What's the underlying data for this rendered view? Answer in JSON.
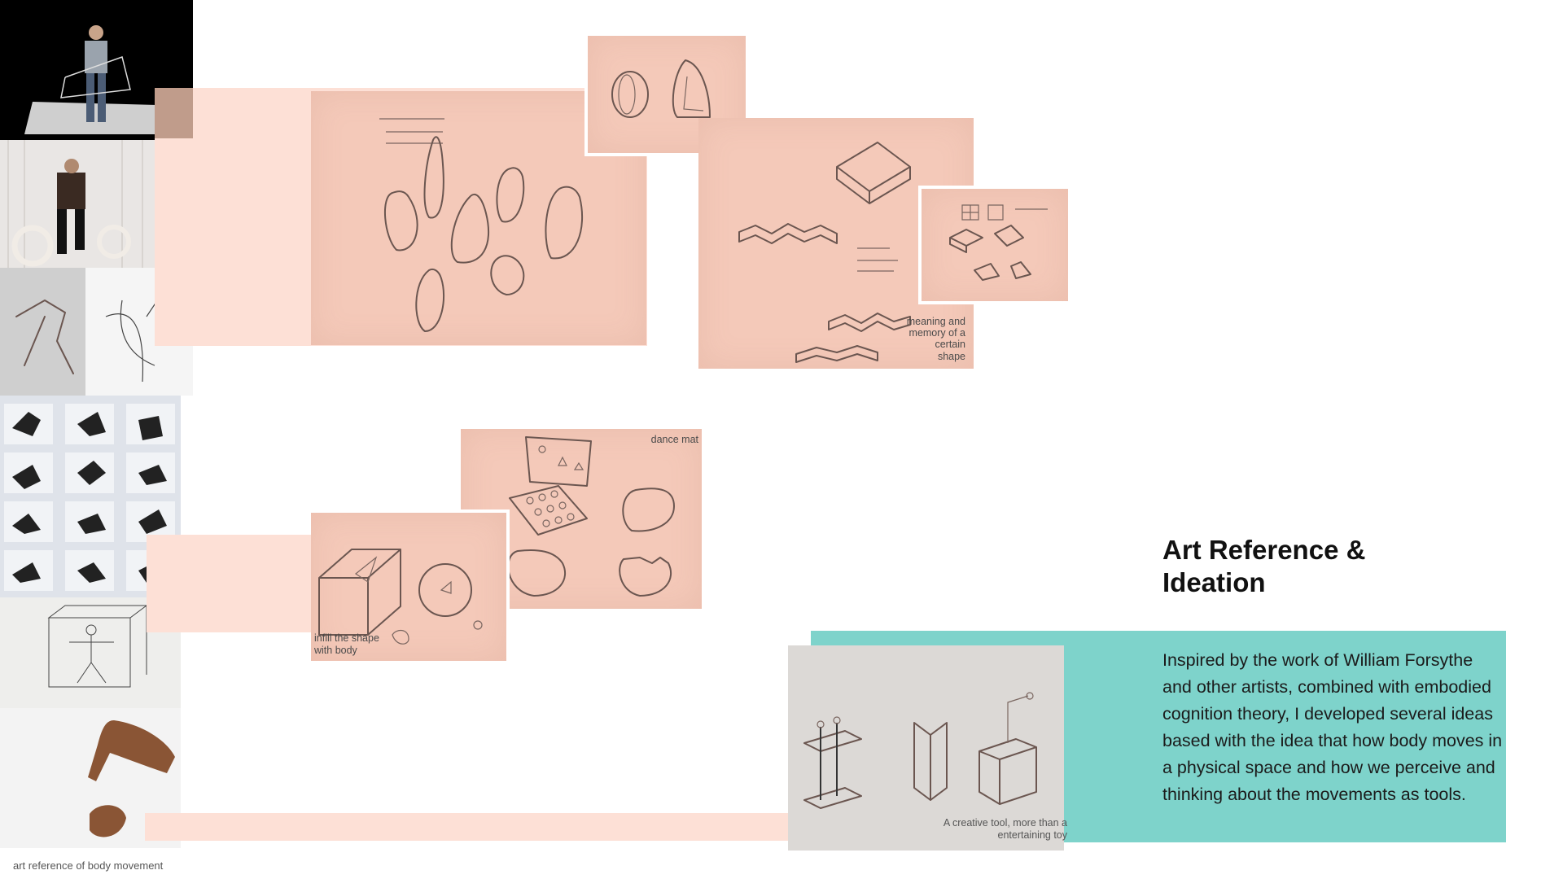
{
  "heading": {
    "title_line1": "Art Reference &",
    "title_line2": "Ideation"
  },
  "description": "Inspired by the work of William Forsythe and other artists, combined with embodied cognition theory, I developed several ideas based with the idea that how body moves in a physical space and how we perceive and thinking about the movements as tools.",
  "left_strip": {
    "caption": "art reference of body movement"
  },
  "sketches": {
    "shape_memory_caption": "meaning and memory of  a certain shape",
    "dance_mat_caption": "dance mat",
    "infill_caption": "infill the shape with body",
    "tool_caption": "A creative tool, more than a entertaining toy"
  },
  "colors": {
    "accent_teal": "#7ed3cb",
    "peach_band": "#fde0d6",
    "sketch_paper": "#f4c9b9"
  }
}
